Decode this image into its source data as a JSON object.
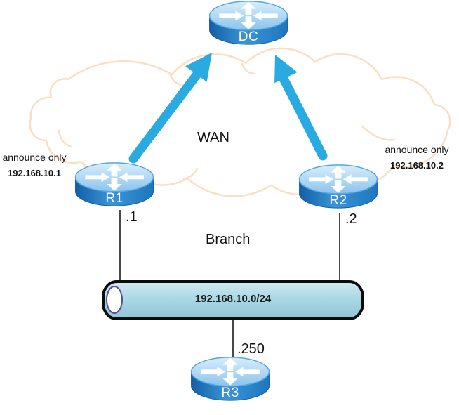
{
  "diagram": {
    "wan": {
      "label": "WAN"
    },
    "branch": {
      "label": "Branch"
    },
    "routers": [
      {
        "id": "dc",
        "label": "DC"
      },
      {
        "id": "r1",
        "label": "R1",
        "interface": ".1",
        "annotation": [
          "announce only",
          "192.168.10.1"
        ]
      },
      {
        "id": "r2",
        "label": "R2",
        "interface": ".2",
        "annotation": [
          "announce only",
          "192.168.10.2"
        ]
      },
      {
        "id": "r3",
        "label": "R3",
        "interface": ".250"
      }
    ],
    "lan_segment": {
      "subnet": "192.168.10.0/24"
    },
    "colors": {
      "announce_arrow": "#29ABE2",
      "cloud_outline": "#FADFC2",
      "router_blue": "#1B75BC",
      "segment_fill": "#ABD8E4"
    }
  }
}
